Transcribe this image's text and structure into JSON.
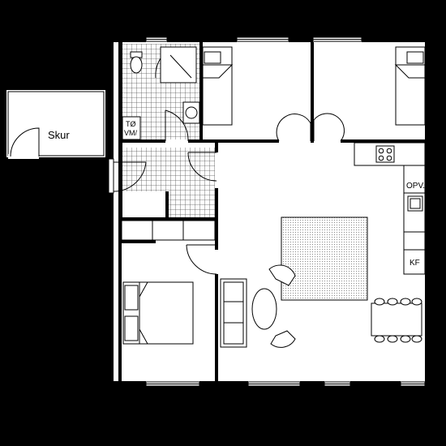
{
  "labels": {
    "shed": "Skur",
    "washer_dryer_line1": "TØ",
    "washer_dryer_line2": "VM/",
    "dishwasher": "OPV.",
    "fridge_freezer": "KF"
  },
  "colors": {
    "background": "#000000",
    "floor": "#ffffff",
    "wall": "#000000",
    "tile_pattern": "#555555",
    "rug_dots": "#8c8c8c"
  }
}
